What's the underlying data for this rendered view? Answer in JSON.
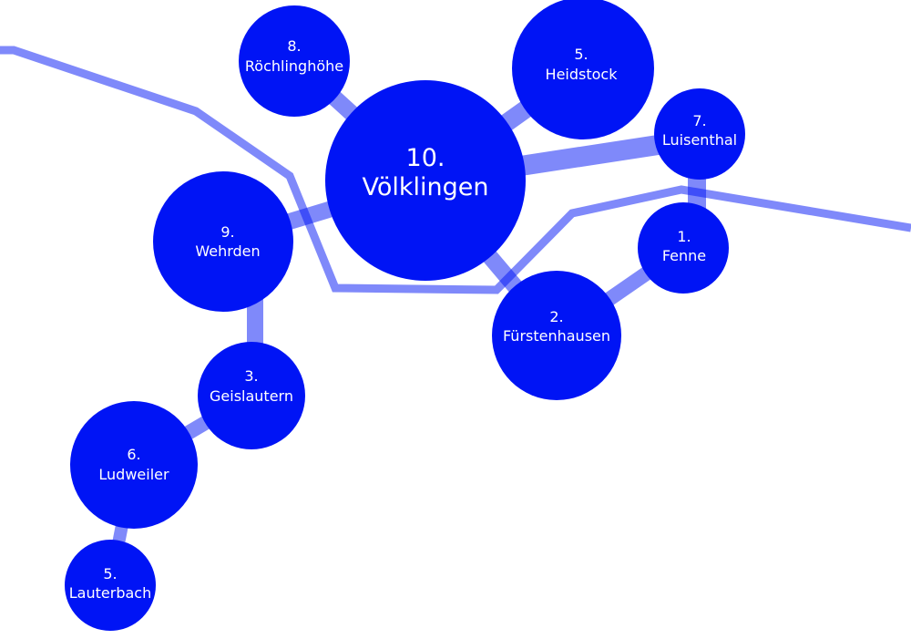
{
  "colors": {
    "node": "#0014F5",
    "edge": "#0014F5"
  },
  "nodes": [
    {
      "id": "voelklingen",
      "rank": "10.",
      "name": "Völklingen"
    },
    {
      "id": "roechlinghoehe",
      "rank": "8.",
      "name": "Röchlinghöhe"
    },
    {
      "id": "heidstock",
      "rank": "5.",
      "name": "Heidstock"
    },
    {
      "id": "luisenthal",
      "rank": "7.",
      "name": "Luisenthal"
    },
    {
      "id": "fenne",
      "rank": "1.",
      "name": "Fenne"
    },
    {
      "id": "fuerstenhausen",
      "rank": "2.",
      "name": "Fürstenhausen"
    },
    {
      "id": "wehrden",
      "rank": "9.",
      "name": "Wehrden"
    },
    {
      "id": "geislautern",
      "rank": "3.",
      "name": "Geislautern"
    },
    {
      "id": "ludweiler",
      "rank": "6.",
      "name": "Ludweiler"
    },
    {
      "id": "lauterbach",
      "rank": "5.",
      "name": "Lauterbach"
    }
  ],
  "edges": [
    [
      "voelklingen",
      "roechlinghoehe"
    ],
    [
      "voelklingen",
      "heidstock"
    ],
    [
      "voelklingen",
      "luisenthal"
    ],
    [
      "voelklingen",
      "wehrden"
    ],
    [
      "voelklingen",
      "fuerstenhausen"
    ],
    [
      "luisenthal",
      "fenne"
    ],
    [
      "fenne",
      "fuerstenhausen"
    ],
    [
      "wehrden",
      "geislautern"
    ],
    [
      "geislautern",
      "ludweiler"
    ],
    [
      "ludweiler",
      "lauterbach"
    ]
  ]
}
